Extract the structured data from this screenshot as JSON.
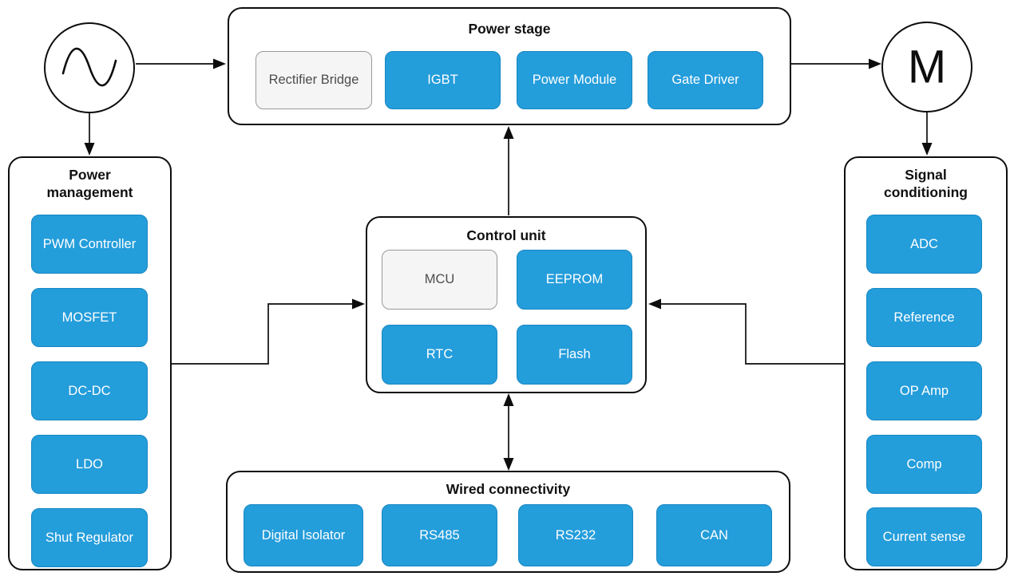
{
  "colors": {
    "chip_blue": "#249DDB",
    "chip_blue_border": "#1787C2",
    "chip_gray": "#F5F5F5",
    "chip_gray_border": "#999999",
    "chip_text_white": "#FFFFFF",
    "chip_text_gray": "#4D4D4D",
    "line_black": "#0D0D0D"
  },
  "motor": {
    "label": "M"
  },
  "power_stage": {
    "title": "Power stage",
    "items": [
      {
        "label": "Rectifier Bridge",
        "variant": "gray"
      },
      {
        "label": "IGBT",
        "variant": "blue"
      },
      {
        "label": "Power Module",
        "variant": "blue"
      },
      {
        "label": "Gate Driver",
        "variant": "blue"
      }
    ]
  },
  "power_management": {
    "title": "Power management",
    "items": [
      {
        "label": "PWM Controller"
      },
      {
        "label": "MOSFET"
      },
      {
        "label": "DC-DC"
      },
      {
        "label": "LDO"
      },
      {
        "label": "Shut Regulator"
      }
    ]
  },
  "control_unit": {
    "title": "Control unit",
    "items": [
      {
        "label": "MCU",
        "variant": "gray"
      },
      {
        "label": "EEPROM",
        "variant": "blue"
      },
      {
        "label": "RTC",
        "variant": "blue"
      },
      {
        "label": "Flash",
        "variant": "blue"
      }
    ]
  },
  "signal_conditioning": {
    "title": "Signal conditioning",
    "items": [
      {
        "label": "ADC"
      },
      {
        "label": "Reference"
      },
      {
        "label": "OP Amp"
      },
      {
        "label": "Comp"
      },
      {
        "label": "Current sense"
      }
    ]
  },
  "wired_connectivity": {
    "title": "Wired connectivity",
    "items": [
      {
        "label": "Digital Isolator"
      },
      {
        "label": "RS485"
      },
      {
        "label": "RS232"
      },
      {
        "label": "CAN"
      }
    ]
  }
}
